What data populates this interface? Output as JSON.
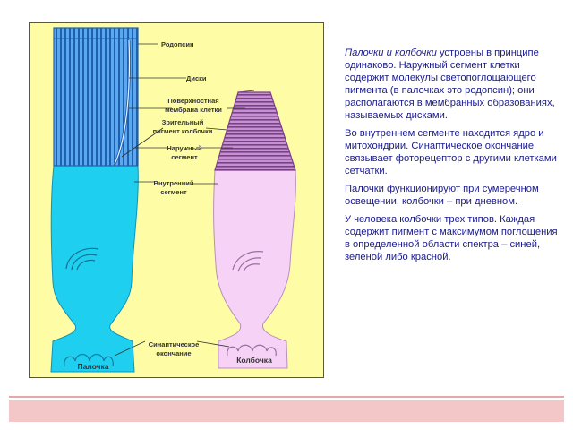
{
  "diagram": {
    "labels": {
      "rhodopsin": "Родопсин",
      "discs": "Диски",
      "membrane": [
        "Поверхностная",
        "мембрана клетки"
      ],
      "pigment": [
        "Зрительный",
        "пигмент колбочки"
      ],
      "outer_segment": [
        "Наружный",
        "сегмент"
      ],
      "inner_segment": [
        "Внутренний",
        "сегмент"
      ],
      "synaptic": [
        "Синаптическое",
        "окончание"
      ],
      "rod": "Палочка",
      "cone": "Колбочка"
    },
    "colors": {
      "background": "#fefda5",
      "rod": "#1fcff0",
      "rod_outer": "#3a8fd6",
      "cone": "#f6d3f6",
      "cone_outer": "#a565b0"
    }
  },
  "text": {
    "p1_italic": "Палочки и колбочки",
    "p1_rest": " устроены в принципе одинаково. Наружный сегмент  клетки содержит молекулы светопоглощающего пигмента (в палочках это родопсин); они располагаются в мембранных образованиях, называемых дисками.",
    "p2": "Во внутреннем сегменте находится ядро и митохондрии. Синаптическое окончание связывает фоторецептор с другими клетками сетчатки.",
    "p3": "Палочки функционируют при сумеречном освещении, колбочки – при дневном.",
    "p4": "У человека колбочки трех типов. Каждая содержит пигмент с максимумом поглощения в определенной области  спектра – синей, зеленой либо красной."
  }
}
